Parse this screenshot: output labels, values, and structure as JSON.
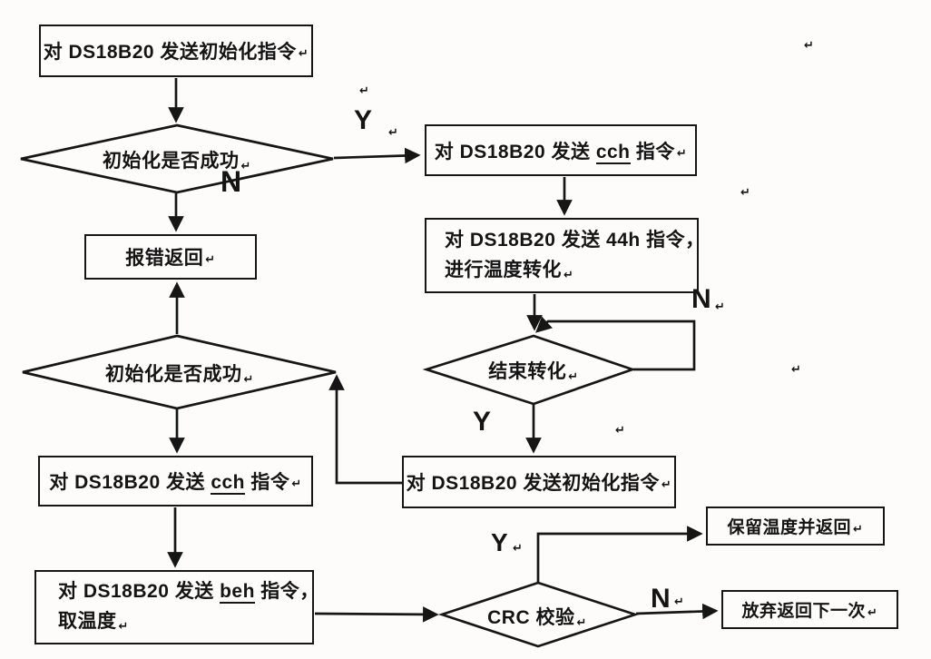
{
  "title": "DS18B20 temperature reading flowchart",
  "glyphs": {
    "return_mark": "↵"
  },
  "colors": {
    "ink": "#161616",
    "paper": "#fdfcfb"
  },
  "nodes": {
    "send_init_top": {
      "label": "对 DS18B20 发送初始化指令"
    },
    "init_check_1": {
      "label": "初始化是否成功"
    },
    "error_return": {
      "label": "报错返回"
    },
    "send_cch_right": {
      "pre": "对 DS18B20 发送 ",
      "cmd": "cch",
      "post": " 指令"
    },
    "send_44h": {
      "line1": "对 DS18B20 发送 44h 指令，",
      "line2": "进行温度转化"
    },
    "conversion_done": {
      "label": "结束转化"
    },
    "send_init_right": {
      "label": "对 DS18B20 发送初始化指令"
    },
    "init_check_2": {
      "label": "初始化是否成功"
    },
    "send_cch_left": {
      "pre": "对 DS18B20 发送 ",
      "cmd": "cch",
      "post": " 指令"
    },
    "send_beh": {
      "pre": "对 DS18B20 发送 ",
      "cmd": "beh",
      "post": " 指令，",
      "line2": "取温度"
    },
    "crc_check": {
      "label": "CRC 校验"
    },
    "keep_temp": {
      "label": "保留温度并返回"
    },
    "discard_retry": {
      "label": "放弃返回下一次"
    }
  },
  "edge_labels": {
    "init_yes": "Y",
    "init_no": "N",
    "conversion_no": "N",
    "conversion_yes": "Y",
    "crc_yes": "Y",
    "crc_no": "N"
  }
}
